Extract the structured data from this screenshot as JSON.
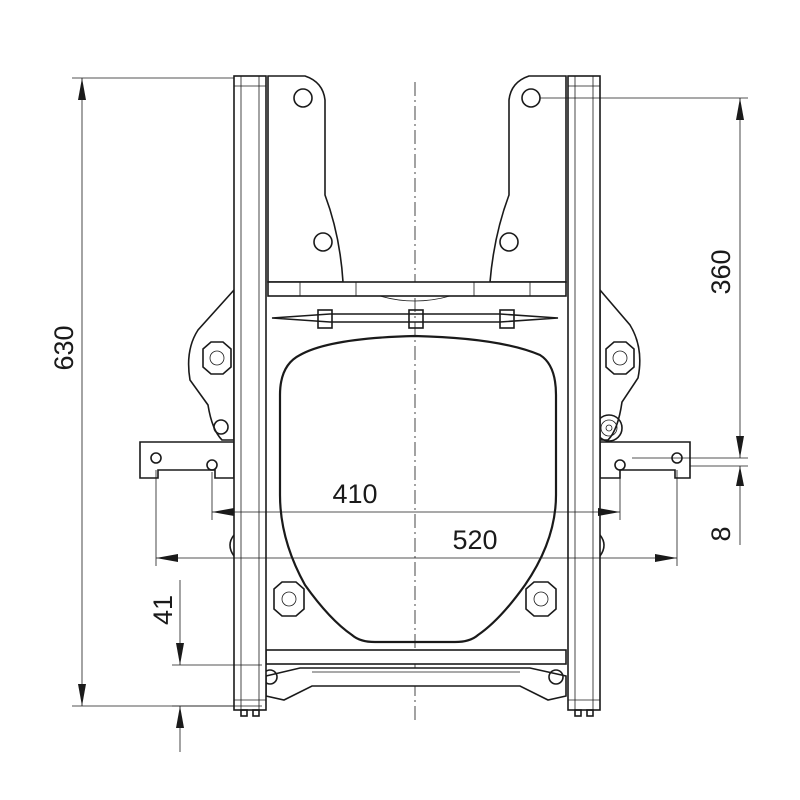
{
  "dimensions": {
    "height_overall": "630",
    "mount_height": "360",
    "inner_width": "410",
    "outer_width": "520",
    "bracket_thickness": "8",
    "bottom_offset": "41"
  }
}
